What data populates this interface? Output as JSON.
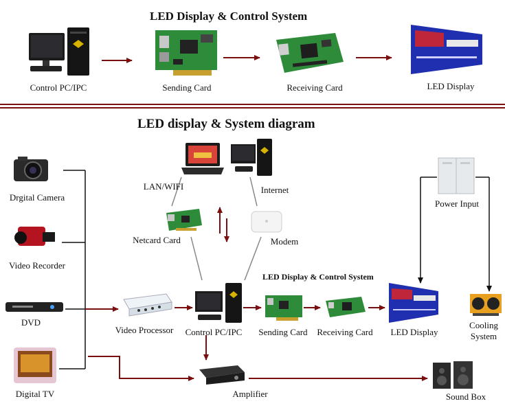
{
  "top": {
    "title": "LED Display & Control System",
    "items": [
      "Control PC/IPC",
      "Sending Card",
      "Receiving Card",
      "LED Display"
    ]
  },
  "diagram": {
    "title": "LED display & System diagram",
    "sources": [
      "Drgital Camera",
      "Video Recorder",
      "DVD",
      "Digital TV"
    ],
    "network": {
      "lan": "LAN/WIFI",
      "internet": "Internet",
      "netcard": "Netcard Card",
      "modem": "Modem"
    },
    "chain_title": "LED Display & Control System",
    "chain": [
      "Video Processor",
      "Control PC/IPC",
      "Sending Card",
      "Receiving Card",
      "LED Display"
    ],
    "power": "Power Input",
    "cooling": [
      "Cooling",
      "System"
    ],
    "amplifier": "Amplifier",
    "sound": "Sound Box"
  },
  "colors": {
    "arrow": "#7a0f0f",
    "line": "#111111",
    "board": "#2e8b3a",
    "screen": "#1f2fb0"
  },
  "icons": [
    "computer-icon",
    "sending-card-icon",
    "receiving-card-icon",
    "led-display-icon",
    "camera-icon",
    "video-recorder-icon",
    "dvd-icon",
    "tv-icon",
    "laptop-icon",
    "netcard-icon",
    "modem-icon",
    "video-processor-icon",
    "power-input-icon",
    "cooling-system-icon",
    "amplifier-icon",
    "sound-box-icon"
  ]
}
